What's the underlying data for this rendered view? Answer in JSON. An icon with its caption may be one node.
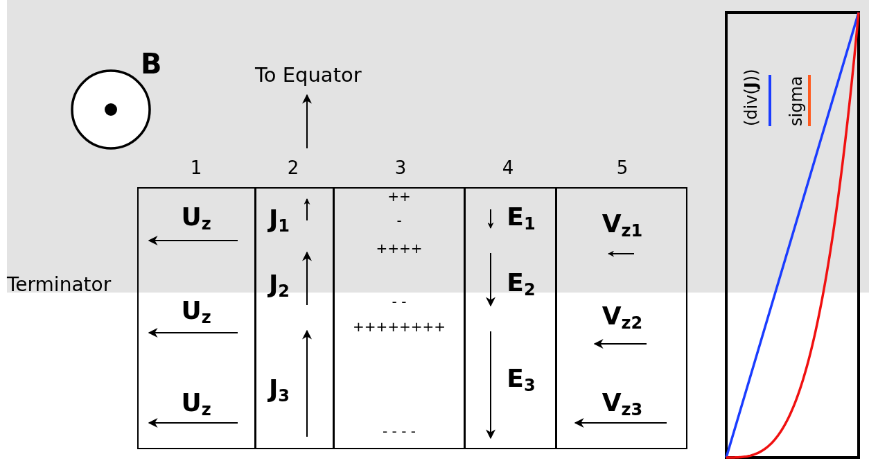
{
  "diagram": {
    "nodes": [
      {
        "text": [
          "1",
          "U$_{z}$",
          "U$_{z}$",
          "U$_{z}$"
        ]
      },
      {
        "text": [
          "2",
          "J$_{1}$",
          "J$_{2}$",
          "J$_{3}$"
        ]
      },
      {
        "text": [
          "3",
          "++",
          "-",
          "++++",
          "- -",
          "++++++++",
          "- - - -"
        ]
      },
      {
        "text": [
          "4",
          "E$_{1}$",
          "E$_{2}$",
          "E$_{3}$"
        ]
      },
      {
        "text": [
          "5",
          "V$_{z1}$",
          "V$_{z2}$",
          "V$_{z3}$"
        ]
      }
    ],
    "edges": [],
    "labels": [
      "B",
      "To Equator",
      "Terminator"
    ],
    "legend": [
      {
        "text": "(div(**J**))",
        "color": "#1a3cff"
      },
      {
        "text": "sigma",
        "color": "#ff5a1e"
      }
    ]
  }
}
